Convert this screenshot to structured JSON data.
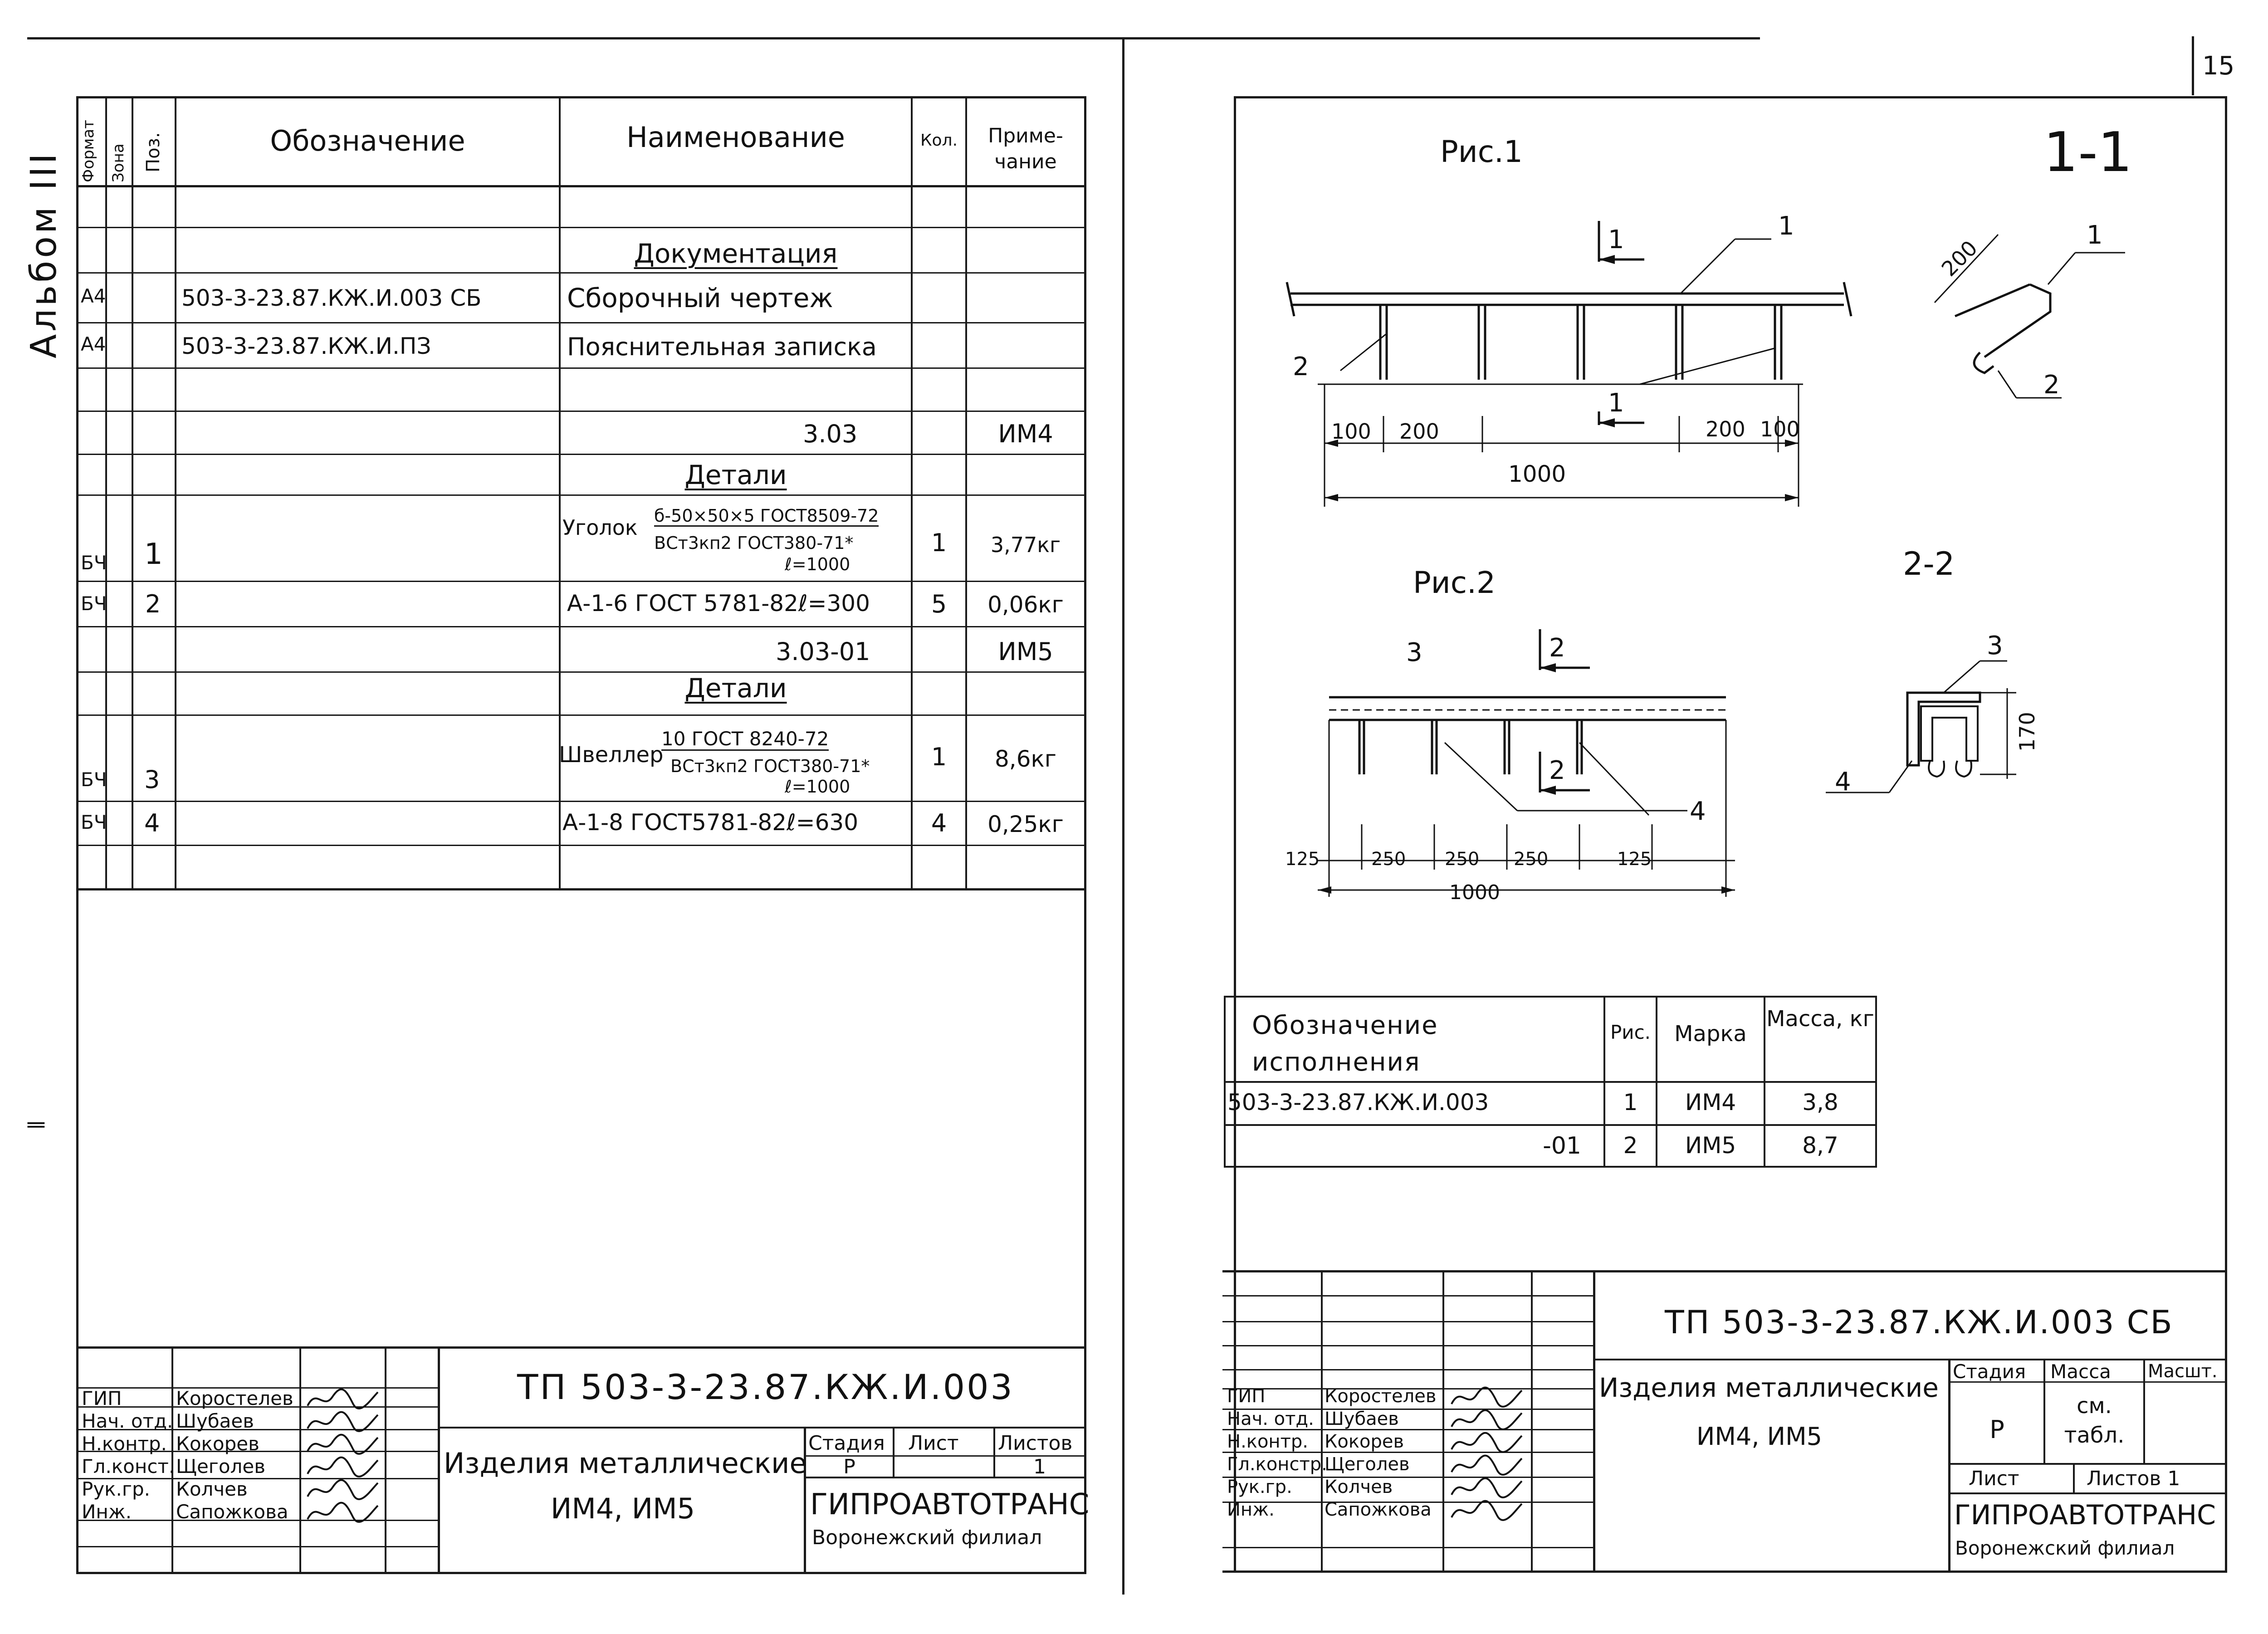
{
  "page": {
    "sheet_number": "15",
    "album_label": "Альбом III",
    "margin_marks": "ǁ"
  },
  "left": {
    "spec_header": {
      "format": "Формат",
      "zone": "Зона",
      "pos": "Поз.",
      "designation": "Обозначение",
      "name": "Наименование",
      "qty": "Кол.",
      "note_line1": "Приме-",
      "note_line2": "чание"
    },
    "rows": [
      {
        "format": "",
        "zone": "",
        "pos": "",
        "designation": "",
        "name": "",
        "qty": "",
        "note": ""
      },
      {
        "format": "",
        "zone": "",
        "pos": "",
        "designation": "",
        "name": "Документация",
        "qty": "",
        "note": ""
      },
      {
        "format": "А4",
        "zone": "",
        "pos": "",
        "designation": "503-3-23.87.КЖ.И.003 СБ",
        "name": "Сборочный чертеж",
        "qty": "",
        "note": ""
      },
      {
        "format": "А4",
        "zone": "",
        "pos": "",
        "designation": "503-3-23.87.КЖ.И.ПЗ",
        "name": "Пояснительная записка",
        "qty": "",
        "note": ""
      },
      {
        "format": "",
        "zone": "",
        "pos": "",
        "designation": "",
        "name": "",
        "qty": "",
        "note": ""
      },
      {
        "format": "",
        "zone": "",
        "pos": "",
        "designation": "",
        "name": "3.03",
        "qty": "",
        "note": "ИМ4"
      },
      {
        "format": "",
        "zone": "",
        "pos": "",
        "designation": "",
        "name": "Детали",
        "qty": "",
        "note": ""
      },
      {
        "format": "БЧ",
        "zone": "",
        "pos": "1",
        "designation": "",
        "name": "Уголок",
        "name_top": "б-50×50×5 ГОСТ8509-72",
        "name_bottom": "ВСт3кп2 ГОСТ380-71*",
        "name_extra": "ℓ=1000",
        "qty": "1",
        "note": "3,77кг"
      },
      {
        "format": "БЧ",
        "zone": "",
        "pos": "2",
        "designation": "",
        "name": "А-1-6 ГОСТ 5781-82ℓ=300",
        "qty": "5",
        "note": "0,06кг"
      },
      {
        "format": "",
        "zone": "",
        "pos": "",
        "designation": "",
        "name": "3.03-01",
        "qty": "",
        "note": "ИМ5"
      },
      {
        "format": "",
        "zone": "",
        "pos": "",
        "designation": "",
        "name": "Детали",
        "qty": "",
        "note": ""
      },
      {
        "format": "БЧ",
        "zone": "",
        "pos": "3",
        "designation": "",
        "name": "Швеллер",
        "name_top": "10 ГОСТ 8240-72",
        "name_bottom": "ВСт3кп2 ГОСТ380-71*",
        "name_extra": "ℓ=1000",
        "qty": "1",
        "note": "8,6кг"
      },
      {
        "format": "БЧ",
        "zone": "",
        "pos": "4",
        "designation": "",
        "name": "А-1-8 ГОСТ5781-82ℓ=630",
        "qty": "4",
        "note": "0,25кг"
      },
      {
        "format": "",
        "zone": "",
        "pos": "",
        "designation": "",
        "name": "",
        "qty": "",
        "note": ""
      }
    ],
    "title_block": {
      "signatures": [
        {
          "role": "ГИП",
          "name": "Коростелев"
        },
        {
          "role": "Нач. отд.",
          "name": "Шубаев"
        },
        {
          "role": "Н.контр.",
          "name": "Кокорев"
        },
        {
          "role": "Гл.конст.",
          "name": "Щеголев"
        },
        {
          "role": "Рук.гр.",
          "name": "Колчев"
        },
        {
          "role": "Инж.",
          "name": "Сапожкова"
        }
      ],
      "code": "ТП 503-3-23.87.КЖ.И.003",
      "title_line1": "Изделия металлические",
      "title_line2": "ИМ4, ИМ5",
      "stage_label": "Стадия",
      "sheet_label": "Лист",
      "sheets_label": "Листов",
      "stage_value": "Р",
      "sheet_value": "",
      "sheets_value": "1",
      "org": "ГИПРОАВТОТРАНС",
      "branch": "Воронежский филиал"
    }
  },
  "right": {
    "fig1": {
      "title": "Рис.1",
      "section_title": "1-1",
      "section_mark": "1",
      "callouts": [
        "1",
        "2"
      ],
      "dims": [
        "100",
        "200",
        "200",
        "100",
        "1000"
      ],
      "section_dim": "200"
    },
    "fig2": {
      "title": "Рис.2",
      "section_title": "2-2",
      "section_mark": "2",
      "callouts": [
        "3",
        "4"
      ],
      "dims": [
        "125",
        "250",
        "250",
        "250",
        "125",
        "1000"
      ],
      "section_dim": "170"
    },
    "exec_table": {
      "headers": [
        "Обозначение исполнения",
        "Рис.",
        "Марка",
        "Масса, кг"
      ],
      "rows": [
        [
          "503-3-23.87.КЖ.И.003",
          "1",
          "ИМ4",
          "3,8"
        ],
        [
          "-01",
          "2",
          "ИМ5",
          "8,7"
        ]
      ]
    },
    "title_block": {
      "signatures": [
        {
          "role": "ГИП",
          "name": "Коростелев"
        },
        {
          "role": "Нач. отд.",
          "name": "Шубаев"
        },
        {
          "role": "Н.контр.",
          "name": "Кокорев"
        },
        {
          "role": "Гл.констр.",
          "name": "Щеголев"
        },
        {
          "role": "Рук.гр.",
          "name": "Колчев"
        },
        {
          "role": "Инж.",
          "name": "Сапожкова"
        }
      ],
      "code": "ТП 503-3-23.87.КЖ.И.003 СБ",
      "title_line1": "Изделия металлические",
      "title_line2": "ИМ4, ИМ5",
      "stage_label": "Стадия",
      "mass_label": "Масса",
      "scale_label": "Масшт.",
      "stage_value": "Р",
      "mass_value_line1": "см.",
      "mass_value_line2": "табл.",
      "sheet_label": "Лист",
      "sheets_label": "Листов 1",
      "org": "ГИПРОАВТОТРАНС",
      "branch": "Воронежский филиал"
    }
  }
}
